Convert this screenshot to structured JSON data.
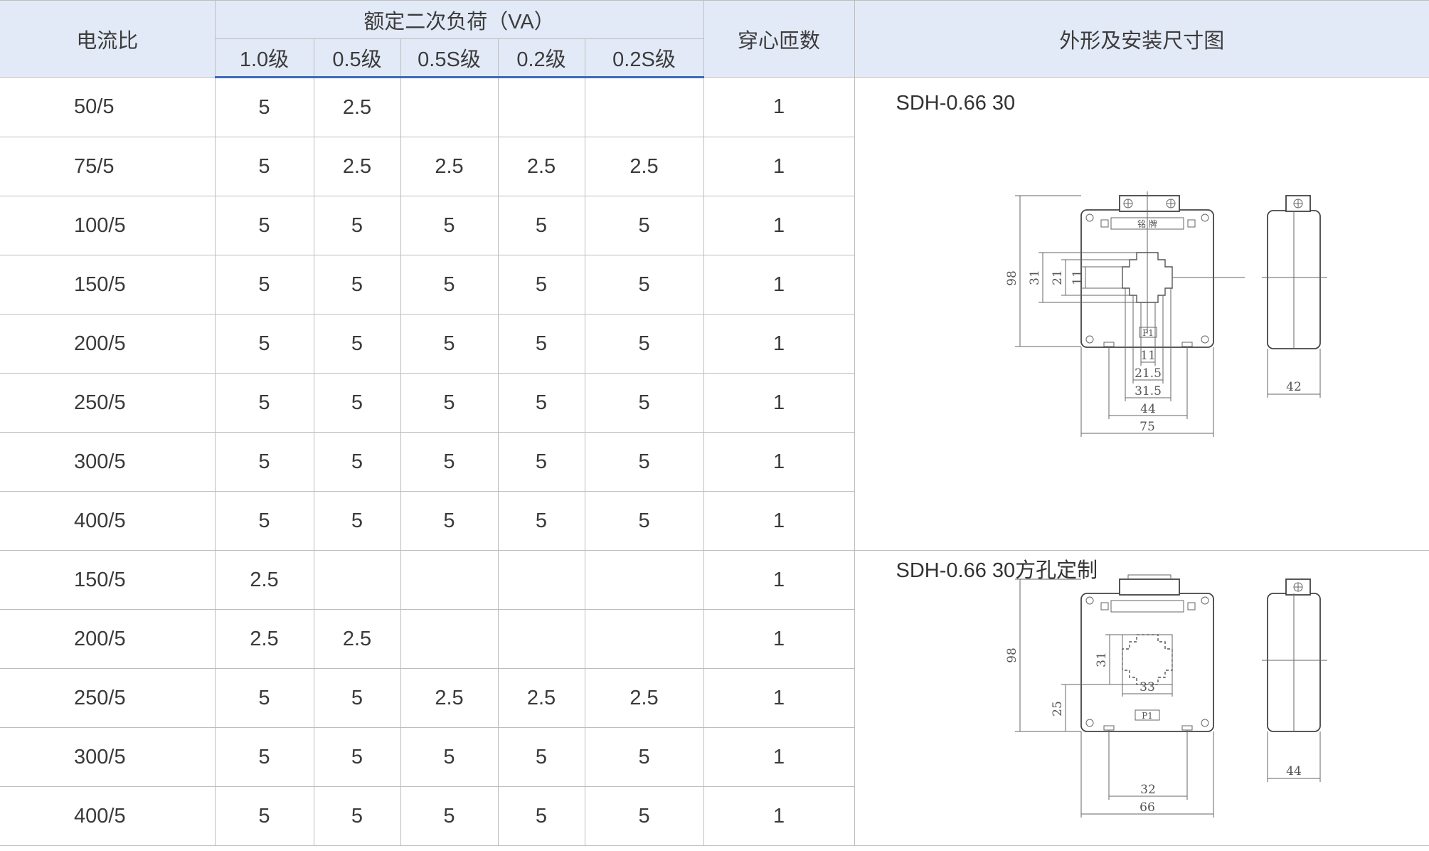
{
  "header": {
    "ratio": "电流比",
    "burden_group": "额定二次负荷（VA）",
    "classes": [
      "1.0级",
      "0.5级",
      "0.5S级",
      "0.2级",
      "0.2S级"
    ],
    "turns": "穿心匝数",
    "drawing": "外形及安装尺寸图"
  },
  "rows": [
    {
      "ratio": "50/5",
      "c10": "5",
      "c05": "2.5",
      "c05s": "",
      "c02": "",
      "c02s": "",
      "turns": "1"
    },
    {
      "ratio": "75/5",
      "c10": "5",
      "c05": "2.5",
      "c05s": "2.5",
      "c02": "2.5",
      "c02s": "2.5",
      "turns": "1"
    },
    {
      "ratio": "100/5",
      "c10": "5",
      "c05": "5",
      "c05s": "5",
      "c02": "5",
      "c02s": "5",
      "turns": "1"
    },
    {
      "ratio": "150/5",
      "c10": "5",
      "c05": "5",
      "c05s": "5",
      "c02": "5",
      "c02s": "5",
      "turns": "1"
    },
    {
      "ratio": "200/5",
      "c10": "5",
      "c05": "5",
      "c05s": "5",
      "c02": "5",
      "c02s": "5",
      "turns": "1"
    },
    {
      "ratio": "250/5",
      "c10": "5",
      "c05": "5",
      "c05s": "5",
      "c02": "5",
      "c02s": "5",
      "turns": "1"
    },
    {
      "ratio": "300/5",
      "c10": "5",
      "c05": "5",
      "c05s": "5",
      "c02": "5",
      "c02s": "5",
      "turns": "1"
    },
    {
      "ratio": "400/5",
      "c10": "5",
      "c05": "5",
      "c05s": "5",
      "c02": "5",
      "c02s": "5",
      "turns": "1"
    },
    {
      "ratio": "150/5",
      "c10": "2.5",
      "c05": "",
      "c05s": "",
      "c02": "",
      "c02s": "",
      "turns": "1"
    },
    {
      "ratio": "200/5",
      "c10": "2.5",
      "c05": "2.5",
      "c05s": "",
      "c02": "",
      "c02s": "",
      "turns": "1"
    },
    {
      "ratio": "250/5",
      "c10": "5",
      "c05": "5",
      "c05s": "2.5",
      "c02": "2.5",
      "c02s": "2.5",
      "turns": "1"
    },
    {
      "ratio": "300/5",
      "c10": "5",
      "c05": "5",
      "c05s": "5",
      "c02": "5",
      "c02s": "5",
      "turns": "1"
    },
    {
      "ratio": "400/5",
      "c10": "5",
      "c05": "5",
      "c05s": "5",
      "c02": "5",
      "c02s": "5",
      "turns": "1"
    }
  ],
  "drawings": [
    {
      "model": "SDH-0.66 30",
      "nameplate": "铭 牌",
      "terminal": "P1",
      "dims": {
        "height": "98",
        "w31": "31",
        "w21": "21",
        "w11v": "11",
        "b11": "11",
        "b21_5": "21.5",
        "b31_5": "31.5",
        "b44": "44",
        "b75": "75",
        "side": "42"
      }
    },
    {
      "model": "SDH-0.66 30方孔定制",
      "terminal": "P1",
      "dims": {
        "height": "98",
        "hole": "31",
        "hole_w": "33",
        "offset": "25",
        "b32": "32",
        "b66": "66",
        "side": "44"
      }
    }
  ]
}
